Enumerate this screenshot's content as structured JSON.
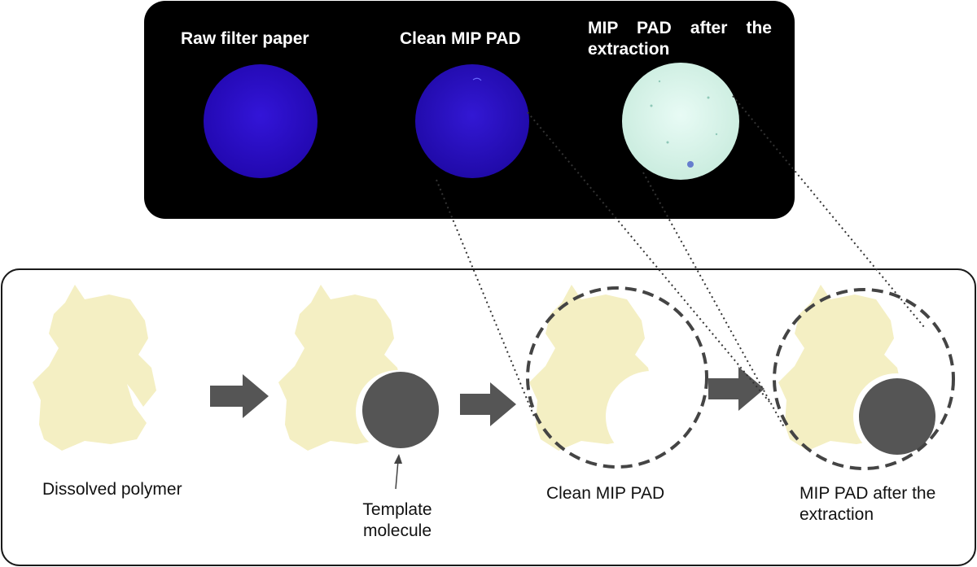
{
  "photo_panel": {
    "labels": {
      "raw_filter_paper": "Raw filter paper",
      "clean_mip_pad": "Clean MIP PAD",
      "mip_pad_after_extraction": "MIP PAD after the extraction"
    },
    "colors": {
      "panel_background": "#000000",
      "raw_disc": "#2a10c8",
      "clean_disc": "#2a12c4",
      "extracted_disc": "#d6f3ea",
      "label_text": "#ffffff"
    }
  },
  "diagram_panel": {
    "labels": {
      "dissolved_polymer": "Dissolved polymer",
      "template_molecule": "Template molecule",
      "clean_mip_pad": "Clean MIP PAD",
      "mip_pad_after_extraction": "MIP PAD after the extraction"
    },
    "colors": {
      "polymer": "#f4efc3",
      "template_molecule": "#555555",
      "arrow": "#555555",
      "dashed_circle": "#444444",
      "panel_border": "#1a1a1a"
    }
  }
}
